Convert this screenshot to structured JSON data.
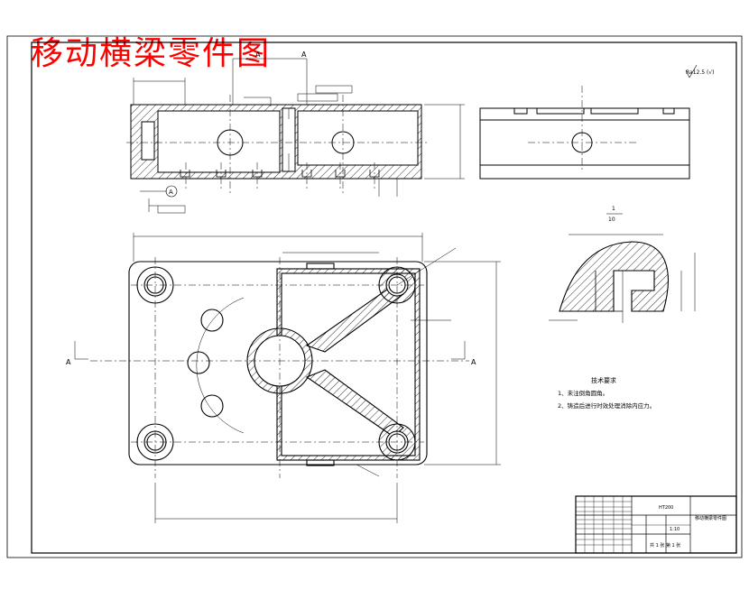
{
  "title": "移动横梁零件图",
  "section_labels": {
    "section_a_left": "A",
    "section_a_right": "A",
    "view_a_left": "A",
    "view_a_right": "A",
    "circle_ref": "A"
  },
  "scale_note": {
    "numerator": "1",
    "denominator": "10"
  },
  "tech_requirements": {
    "heading": "技术要求",
    "items": [
      "1、未注倒角圆角。",
      "2、铸造后进行时效处理消除内应力。"
    ]
  },
  "roughness_note": "Ra12.5 (√)",
  "title_block": {
    "part_name": "移动横梁零件图",
    "material": "HT200",
    "scale": "1:10",
    "sheet": "共 1 张   第 1 张"
  }
}
